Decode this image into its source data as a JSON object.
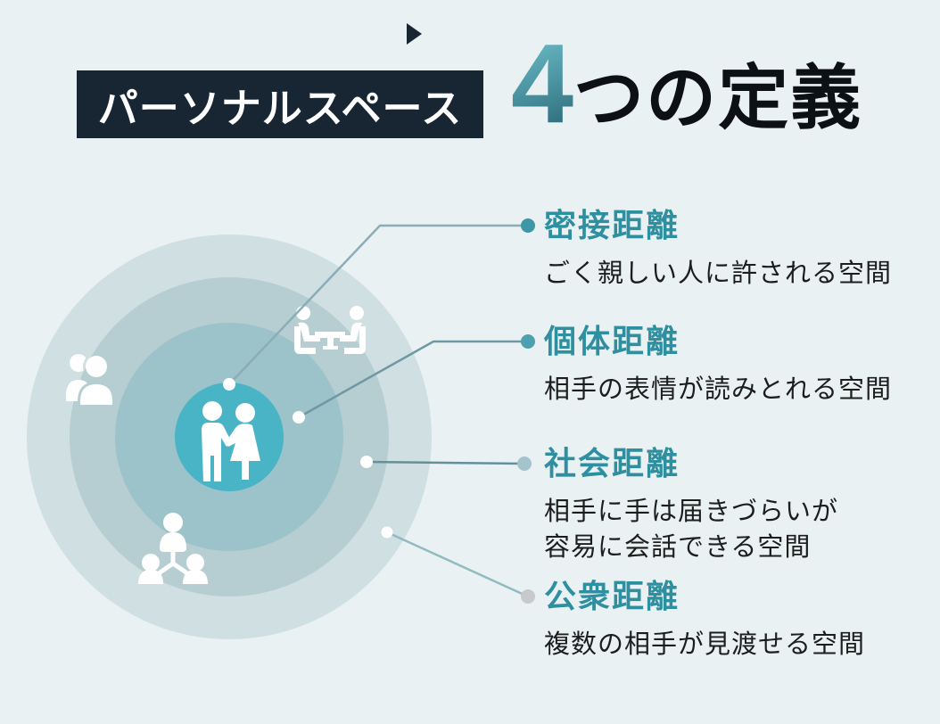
{
  "title": {
    "badge_label": "パーソナルスペース",
    "big_number": "4",
    "suffix": "つの定義"
  },
  "items": [
    {
      "heading": "密接距離",
      "desc_line1": "ごく親しい人に許される空間",
      "bullet_color": "#3f96a6",
      "line_color": "#8badb6"
    },
    {
      "heading": "個体距離",
      "desc_line1": "相手の表情が読みとれる空間",
      "bullet_color": "#4da0af",
      "line_color": "#6e99a4"
    },
    {
      "heading": "社会距離",
      "desc_line1": "相手に手は届きづらいが",
      "desc_line2": "容易に会話できる空間",
      "bullet_color": "#a3c4ca",
      "line_color": "#64909c"
    },
    {
      "heading": "公衆距離",
      "desc_line1": "複数の相手が見渡せる空間",
      "bullet_color": "#c7c9ca",
      "line_color": "#92bac1"
    }
  ],
  "zones": [
    {
      "name": "intimate-zone",
      "color": "#49b4c6"
    },
    {
      "name": "personal-zone",
      "color": "#9cc3c9"
    },
    {
      "name": "social-zone",
      "color": "#b6ced2"
    },
    {
      "name": "public-zone",
      "color": "#cfdfe2"
    }
  ],
  "icons": [
    {
      "name": "couple-icon",
      "meaning": "two people holding hands (intimate)"
    },
    {
      "name": "meeting-table-icon",
      "meaning": "two people seated at a table (personal)"
    },
    {
      "name": "two-users-icon",
      "meaning": "pair of user silhouettes (social)"
    },
    {
      "name": "group-network-icon",
      "meaning": "one person linked to two people (public)"
    }
  ],
  "colors": {
    "background": "#e9f1f3",
    "badge_background": "#182634",
    "badge_text": "#ffffff",
    "number_gradient_top": "#6cbecb",
    "number_gradient_bottom": "#2d6b79",
    "title_text": "#0d1116",
    "heading_teal": "#2e8fa0",
    "body_text": "#1d1d1d",
    "icon_white": "#ffffff"
  }
}
